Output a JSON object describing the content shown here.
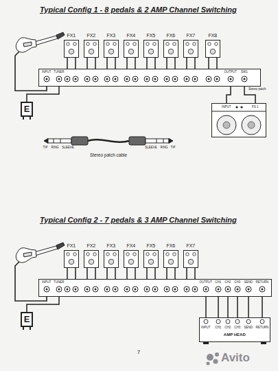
{
  "diagram": {
    "title": "Typical Config 1 - 8 pedals & 2 AMP Channel Switching",
    "nodes": [
      {
        "text": [
          "INPUT",
          "TUNER",
          "OUTPUT",
          "SW1"
        ]
      },
      {
        "text": [
          "FX1"
        ]
      },
      {
        "text": [
          "FX2"
        ]
      },
      {
        "text": [
          "FX3"
        ]
      },
      {
        "text": [
          "FX4"
        ]
      },
      {
        "text": [
          "FX5"
        ]
      },
      {
        "text": [
          "FX6"
        ]
      },
      {
        "text": [
          "FX7"
        ]
      },
      {
        "text": [
          "FX8"
        ]
      },
      {
        "text": [
          "E"
        ]
      },
      {
        "text": [
          "INPUT",
          "FS 1"
        ]
      },
      {
        "text": [
          "INPUT",
          "TUNER",
          "OUTPUT",
          "CH1",
          "CH2",
          "CH3",
          "SEND",
          "RETURN"
        ]
      },
      {
        "text": [
          "FX1"
        ]
      },
      {
        "text": [
          "FX2"
        ]
      },
      {
        "text": [
          "FX3"
        ]
      },
      {
        "text": [
          "FX4"
        ]
      },
      {
        "text": [
          "FX5"
        ]
      },
      {
        "text": [
          "FX6"
        ]
      },
      {
        "text": [
          "FX7"
        ]
      },
      {
        "text": [
          "E"
        ]
      },
      {
        "text": [
          "INPUT",
          "CH1",
          "CH2",
          "CH3",
          "SEND",
          "RETURN",
          "AMP HEAD"
        ]
      }
    ],
    "edges": [
      {
        "from": 0,
        "to": 1,
        "arrow": "none"
      },
      {
        "from": 1,
        "to": 0,
        "arrow": "none"
      },
      {
        "from": 0,
        "to": 2,
        "arrow": "none"
      },
      {
        "from": 2,
        "to": 0,
        "arrow": "none"
      },
      {
        "from": 0,
        "to": 3,
        "arrow": "none"
      },
      {
        "from": 3,
        "to": 0,
        "arrow": "none"
      },
      {
        "from": 0,
        "to": 4,
        "arrow": "none"
      },
      {
        "from": 4,
        "to": 0,
        "arrow": "none"
      },
      {
        "from": 0,
        "to": 5,
        "arrow": "none"
      },
      {
        "from": 5,
        "to": 0,
        "arrow": "none"
      },
      {
        "from": 0,
        "to": 6,
        "arrow": "none"
      },
      {
        "from": 6,
        "to": 0,
        "arrow": "none"
      },
      {
        "from": 0,
        "to": 7,
        "arrow": "none"
      },
      {
        "from": 7,
        "to": 0,
        "arrow": "none"
      },
      {
        "from": 0,
        "to": 8,
        "arrow": "none"
      },
      {
        "from": 8,
        "to": 0,
        "arrow": "none"
      },
      {
        "from": 0,
        "to": 9,
        "arrow": "none"
      },
      {
        "from": 0,
        "to": 10,
        "arrow": "none"
      },
      {
        "from": 0,
        "to": 10,
        "arrow": "none"
      },
      {
        "from": 11,
        "to": 12,
        "arrow": "none"
      },
      {
        "from": 12,
        "to": 11,
        "arrow": "none"
      },
      {
        "from": 11,
        "to": 13,
        "arrow": "none"
      },
      {
        "from": 13,
        "to": 11,
        "arrow": "none"
      },
      {
        "from": 11,
        "to": 14,
        "arrow": "none"
      },
      {
        "from": 14,
        "to": 11,
        "arrow": "none"
      },
      {
        "from": 11,
        "to": 15,
        "arrow": "none"
      },
      {
        "from": 15,
        "to": 11,
        "arrow": "none"
      },
      {
        "from": 11,
        "to": 16,
        "arrow": "none"
      },
      {
        "from": 16,
        "to": 11,
        "arrow": "none"
      },
      {
        "from": 11,
        "to": 17,
        "arrow": "none"
      },
      {
        "from": 17,
        "to": 11,
        "arrow": "none"
      },
      {
        "from": 11,
        "to": 18,
        "arrow": "none"
      },
      {
        "from": 18,
        "to": 11,
        "arrow": "none"
      },
      {
        "from": 11,
        "to": 19,
        "arrow": "none"
      },
      {
        "from": 11,
        "to": 20,
        "arrow": "none"
      },
      {
        "from": 11,
        "to": 20,
        "arrow": "none"
      },
      {
        "from": 11,
        "to": 20,
        "arrow": "none"
      },
      {
        "from": 11,
        "to": 20,
        "arrow": "none"
      },
      {
        "from": 11,
        "to": 20,
        "arrow": "none"
      },
      {
        "from": 11,
        "to": 20,
        "arrow": "none"
      }
    ],
    "labels": [
      "Typical Config 2 - 7 pedals & 3 AMP Channel Switching",
      "Stereo patch",
      "TIP",
      "RING",
      "SLEEVE",
      "SLEEVE",
      "RING",
      "TIP",
      "Stereo patch cable",
      "7",
      "Avito"
    ]
  }
}
